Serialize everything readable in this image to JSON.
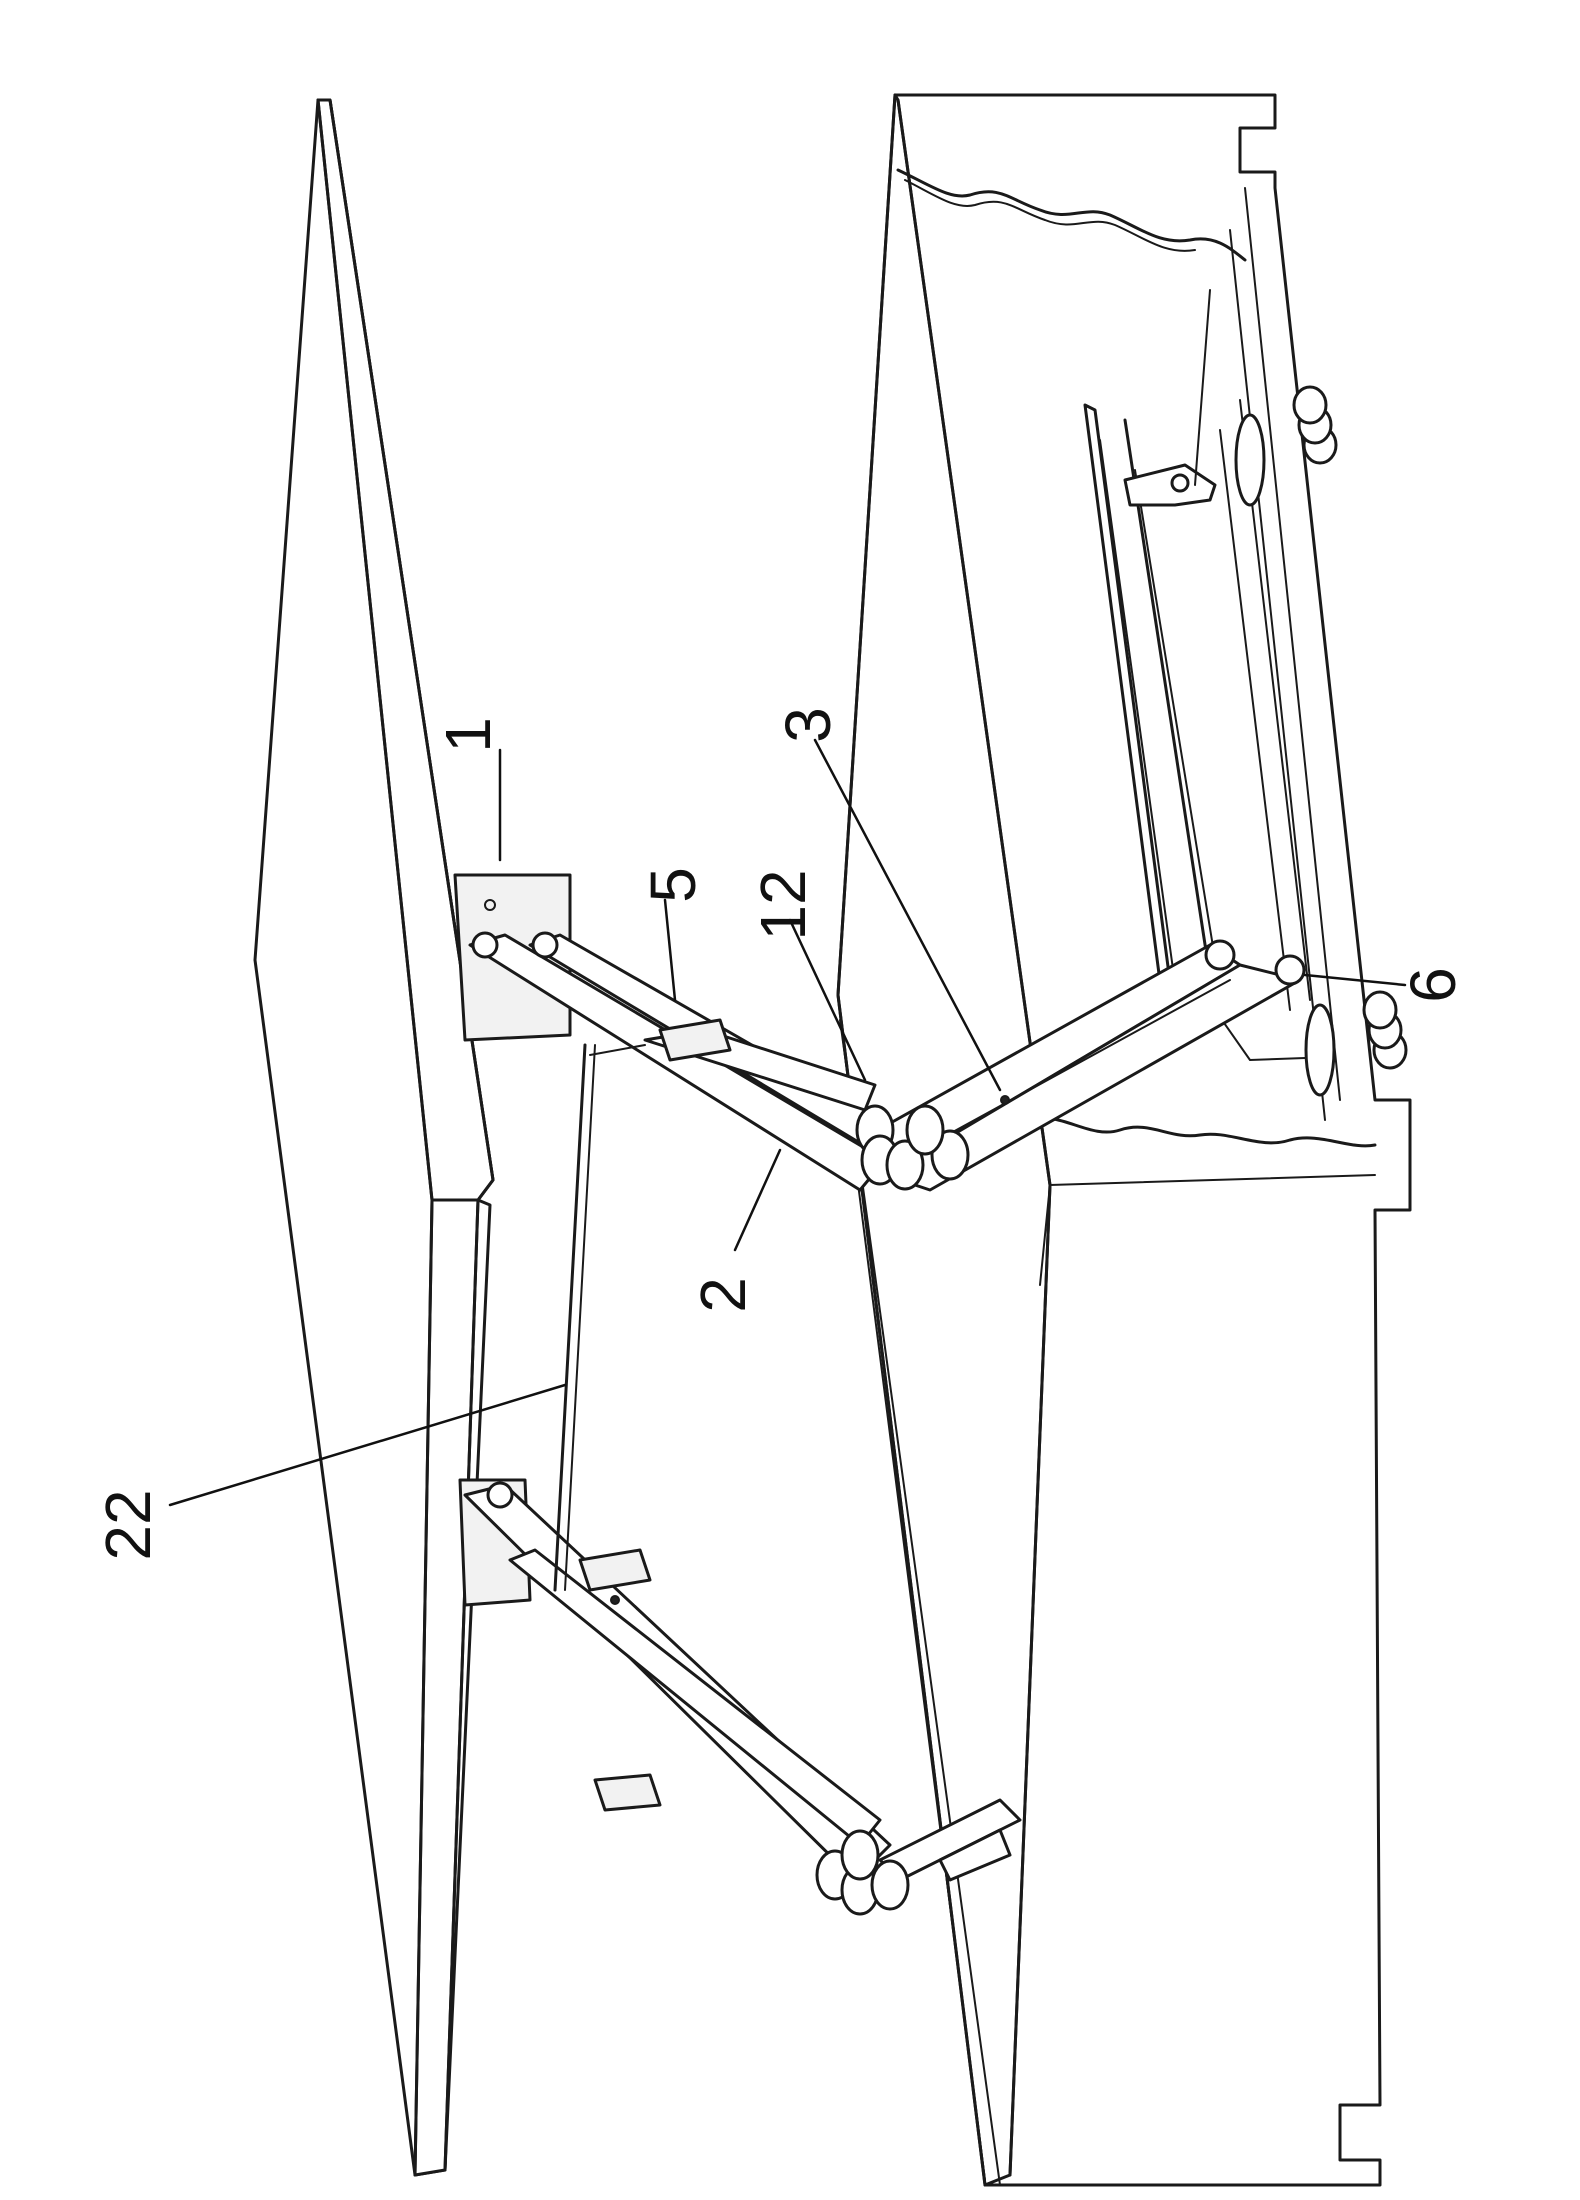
{
  "figure": {
    "reference_labels": [
      {
        "id": "ref-1",
        "text": "1"
      },
      {
        "id": "ref-2",
        "text": "2"
      },
      {
        "id": "ref-3",
        "text": "3"
      },
      {
        "id": "ref-5",
        "text": "5"
      },
      {
        "id": "ref-6",
        "text": "6"
      },
      {
        "id": "ref-12",
        "text": "12"
      },
      {
        "id": "ref-22",
        "text": "22"
      }
    ],
    "parts": [
      "tabletop-panel",
      "cabinet-body",
      "mounting-bracket",
      "lift-arm",
      "support-link",
      "gas-spring",
      "base-link",
      "connecting-rod",
      "pivot-rollers",
      "base-rail",
      "roller-wheels"
    ]
  }
}
